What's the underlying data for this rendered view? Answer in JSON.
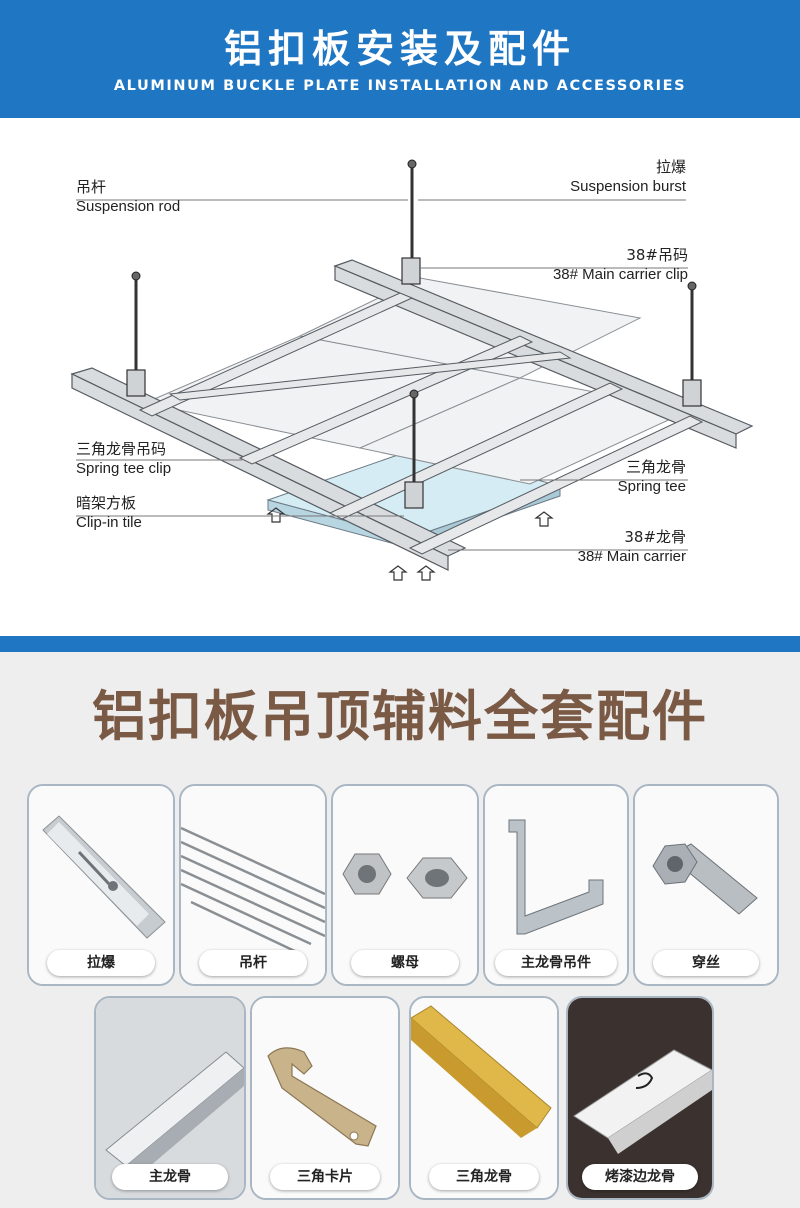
{
  "banner": {
    "title": "铝扣板安装及配件",
    "subtitle": "ALUMINUM BUCKLE PLATE INSTALLATION AND ACCESSORIES"
  },
  "diagram": {
    "labels": {
      "suspension_rod": {
        "zh": "吊杆",
        "en": "Suspension rod"
      },
      "suspension_burst": {
        "zh": "拉爆",
        "en": "Suspension burst"
      },
      "main_carrier_clip": {
        "zh": "38#吊码",
        "en": "38# Main carrier clip"
      },
      "spring_tee_clip": {
        "zh": "三角龙骨吊码",
        "en": "Spring tee clip"
      },
      "clip_in_tile": {
        "zh": "暗架方板",
        "en": "Clip-in tile"
      },
      "spring_tee": {
        "zh": "三角龙骨",
        "en": "Spring tee"
      },
      "main_carrier": {
        "zh": "38#龙骨",
        "en": "38# Main carrier"
      }
    }
  },
  "accessories": {
    "title": "铝扣板吊顶辅料全套配件",
    "row1": [
      "拉爆",
      "吊杆",
      "螺母",
      "主龙骨吊件",
      "穿丝"
    ],
    "row2": [
      "主龙骨",
      "三角卡片",
      "三角龙骨",
      "烤漆边龙骨"
    ]
  },
  "colors": {
    "accent": "#1f77c4",
    "title_brown": "#7a5a45",
    "tile_blue": "#cfe8f1"
  }
}
